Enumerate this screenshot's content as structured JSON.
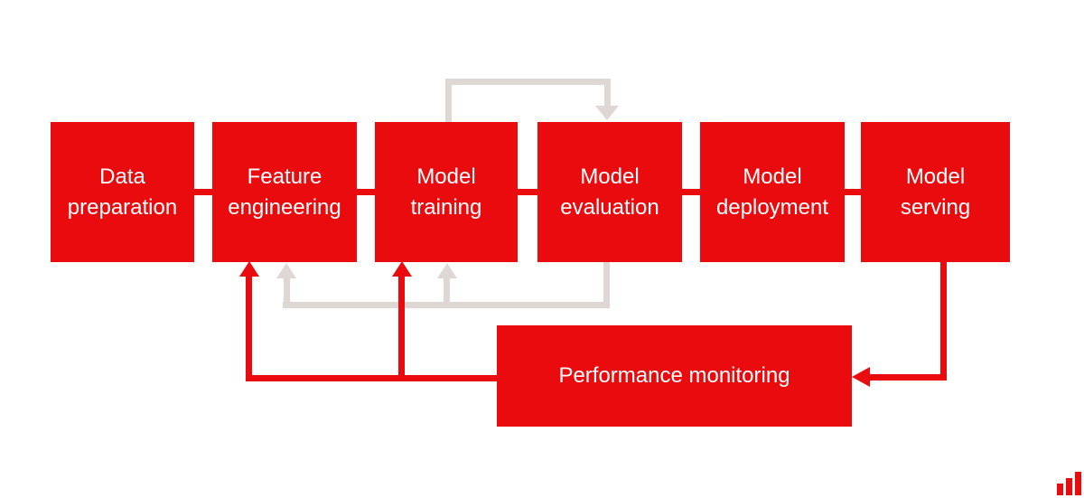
{
  "diagram": {
    "description": "Machine learning pipeline flowchart",
    "boxes": [
      {
        "id": "data-preparation",
        "label": "Data preparation"
      },
      {
        "id": "feature-engineering",
        "label": "Feature engineering"
      },
      {
        "id": "model-training",
        "label": "Model training"
      },
      {
        "id": "model-evaluation",
        "label": "Model evaluation"
      },
      {
        "id": "model-deployment",
        "label": "Model deployment"
      },
      {
        "id": "model-serving",
        "label": "Model serving"
      },
      {
        "id": "performance-monitoring",
        "label": "Performance monitoring"
      }
    ],
    "connections": [
      {
        "from": "data-preparation",
        "to": "feature-engineering",
        "type": "link",
        "color": "red"
      },
      {
        "from": "feature-engineering",
        "to": "model-training",
        "type": "link",
        "color": "red"
      },
      {
        "from": "model-training",
        "to": "model-evaluation",
        "type": "link",
        "color": "red"
      },
      {
        "from": "model-evaluation",
        "to": "model-deployment",
        "type": "link",
        "color": "red"
      },
      {
        "from": "model-deployment",
        "to": "model-serving",
        "type": "link",
        "color": "red"
      },
      {
        "from": "model-training",
        "to": "model-evaluation",
        "type": "arrow",
        "color": "gray",
        "route": "top-loop"
      },
      {
        "from": "model-evaluation",
        "to": "feature-engineering",
        "type": "arrow",
        "color": "gray",
        "route": "bottom-loop"
      },
      {
        "from": "model-evaluation",
        "to": "model-training",
        "type": "arrow",
        "color": "gray",
        "route": "bottom-loop"
      },
      {
        "from": "performance-monitoring",
        "to": "feature-engineering",
        "type": "arrow",
        "color": "red"
      },
      {
        "from": "performance-monitoring",
        "to": "model-training",
        "type": "arrow",
        "color": "red"
      },
      {
        "from": "model-serving",
        "to": "performance-monitoring",
        "type": "arrow",
        "color": "red"
      }
    ],
    "colors": {
      "red": "#ea0b0f",
      "gray": "#ded7d3",
      "text": "#ffffff",
      "background": "#ffffff"
    },
    "logo": {
      "icon": "bar-chart-logo",
      "bars": 3
    }
  }
}
